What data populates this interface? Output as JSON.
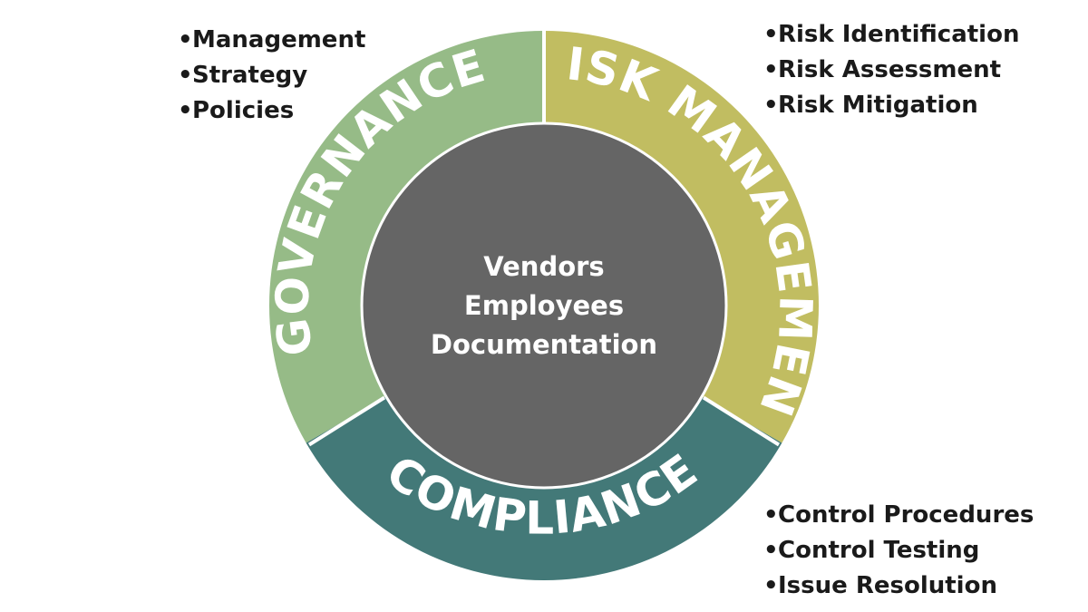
{
  "segments": {
    "governance": {
      "label": "GOVERNANCE",
      "color": "#96bb87",
      "bullets": [
        "Management",
        "Strategy",
        "Policies"
      ]
    },
    "risk_management": {
      "label": "RISK MANAGEMENT",
      "color": "#c1bd61",
      "bullets": [
        "Risk Identification",
        "Risk Assessment",
        "Risk Mitigation"
      ]
    },
    "compliance": {
      "label": "COMPLIANCE",
      "color": "#437978",
      "bullets": [
        "Control Procedures",
        "Control Testing",
        "Issue Resolution"
      ]
    }
  },
  "center": {
    "color": "#656565",
    "lines": [
      "Vendors",
      "Employees",
      "Documentation"
    ]
  }
}
